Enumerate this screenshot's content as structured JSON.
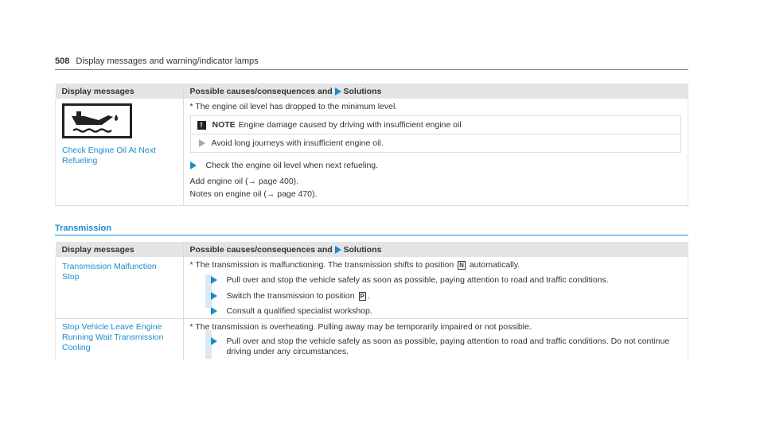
{
  "page": {
    "number": "508",
    "title": "Display messages and warning/indicator lamps"
  },
  "table1": {
    "headers": {
      "col1": "Display messages",
      "col2": "Possible causes/consequences and",
      "col2_end": "Solutions"
    },
    "row": {
      "icon": "engine-oil-warning-icon",
      "message": "Check Engine Oil At Next Refueling",
      "cause": "* The engine oil level has dropped to the minimum level.",
      "note_label": "NOTE",
      "note_text": "Engine damage caused by driving with insufficient engine oil",
      "note_action": "Avoid long journeys with insufficient engine oil.",
      "solution": "Check the engine oil level when next refueling.",
      "line1": "Add engine oil (→ page 400).",
      "line2": "Notes on engine oil (→ page 470)."
    }
  },
  "section": {
    "title": "Transmission"
  },
  "table2": {
    "headers": {
      "col1": "Display messages",
      "col2": "Possible causes/consequences and",
      "col2_end": "Solutions"
    },
    "rows": [
      {
        "message": "Transmission Malfunction Stop",
        "cause_pre": "* The transmission is malfunctioning. The transmission shifts to position",
        "gear": "N",
        "cause_post": "automatically.",
        "step1": "Pull over and stop the vehicle safely as soon as possible, paying attention to road and traffic conditions.",
        "step2_pre": "Switch the transmission to position",
        "step2_gear": "P",
        "step2_post": ".",
        "step3": "Consult a qualified specialist workshop."
      },
      {
        "message": "Stop Vehicle Leave Engine Running Wait Transmission Cooling",
        "cause": "* The transmission is overheating. Pulling away may be temporarily impaired or not possible.",
        "step1": "Pull over and stop the vehicle safely as soon as possible, paying attention to road and traffic conditions. Do not continue driving under any circumstances."
      }
    ]
  }
}
